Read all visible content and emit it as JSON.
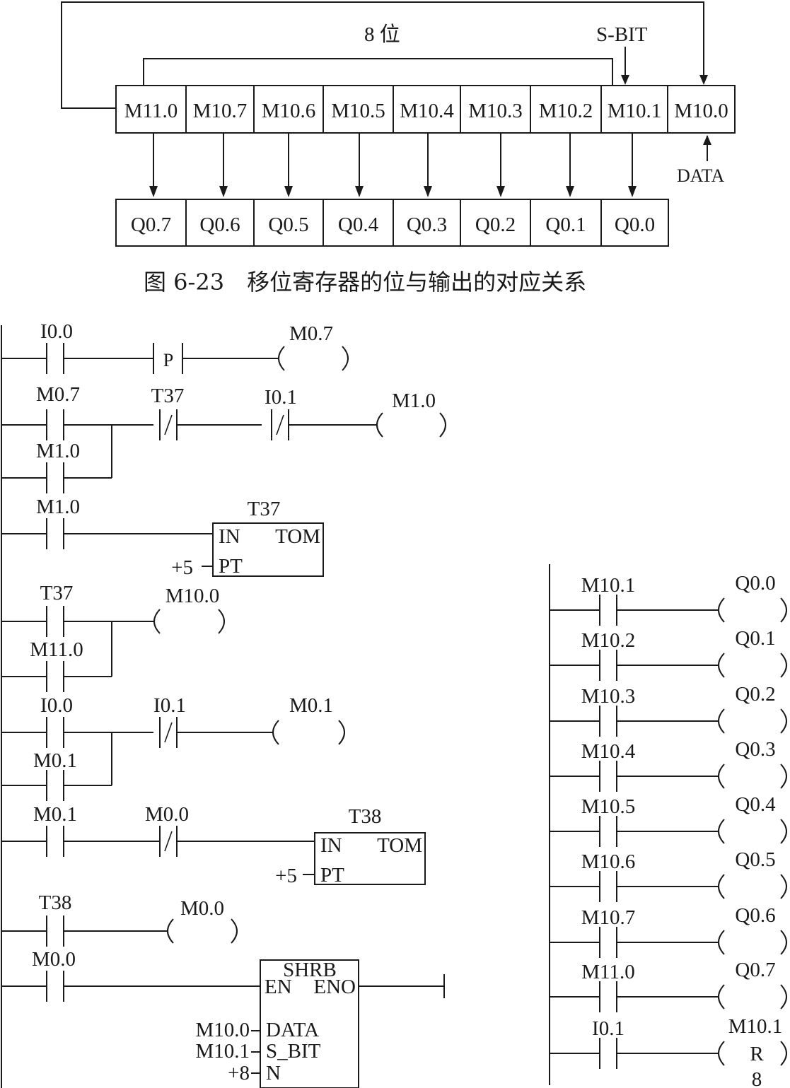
{
  "shift_register": {
    "length_label": "8 位",
    "sbit_label": "S-BIT",
    "data_label": "DATA",
    "cells": [
      "M11.0",
      "M10.7",
      "M10.6",
      "M10.5",
      "M10.4",
      "M10.3",
      "M10.2",
      "M10.1",
      "M10.0"
    ],
    "outputs": [
      "Q0.7",
      "Q0.6",
      "Q0.5",
      "Q0.4",
      "Q0.3",
      "Q0.2",
      "Q0.1",
      "Q0.0"
    ]
  },
  "caption": "图 6-23　移位寄存器的位与输出的对应关系",
  "ladder_left": {
    "p_symbol": "P",
    "nc_symbol": "/",
    "rung1": {
      "contact": "I0.0",
      "coil": "M0.7"
    },
    "rung2": {
      "contact": "M0.7",
      "parallel": "M1.0",
      "nc1": "T37",
      "nc2": "I0.1",
      "coil": "M1.0"
    },
    "rung3": {
      "contact": "M1.0",
      "timer_name": "T37",
      "in": "IN",
      "type": "TOM",
      "pt": "PT",
      "preset": "+5"
    },
    "rung4": {
      "contact": "T37",
      "parallel": "M11.0",
      "coil": "M10.0"
    },
    "rung5": {
      "contact": "I0.0",
      "parallel": "M0.1",
      "nc": "I0.1",
      "coil": "M0.1"
    },
    "rung6": {
      "contact": "M0.1",
      "nc": "M0.0",
      "timer_name": "T38",
      "in": "IN",
      "type": "TOM",
      "pt": "PT",
      "preset": "+5"
    },
    "rung7": {
      "contact": "T38",
      "coil": "M0.0"
    },
    "rung8": {
      "contact": "M0.0",
      "block": "SHRB",
      "en": "EN",
      "eno": "ENO",
      "data": "DATA",
      "s_bit": "S_BIT",
      "n": "N",
      "data_val": "M10.0",
      "sbit_val": "M10.1",
      "n_val": "+8"
    }
  },
  "ladder_right": {
    "rungs": [
      {
        "contact": "M10.1",
        "coil": "Q0.0"
      },
      {
        "contact": "M10.2",
        "coil": "Q0.1"
      },
      {
        "contact": "M10.3",
        "coil": "Q0.2"
      },
      {
        "contact": "M10.4",
        "coil": "Q0.3"
      },
      {
        "contact": "M10.5",
        "coil": "Q0.4"
      },
      {
        "contact": "M10.6",
        "coil": "Q0.5"
      },
      {
        "contact": "M10.7",
        "coil": "Q0.6"
      },
      {
        "contact": "M11.0",
        "coil": "Q0.7"
      },
      {
        "contact": "I0.1",
        "coil": "M10.1",
        "coil_type": "R",
        "coil_count": "8"
      }
    ]
  }
}
